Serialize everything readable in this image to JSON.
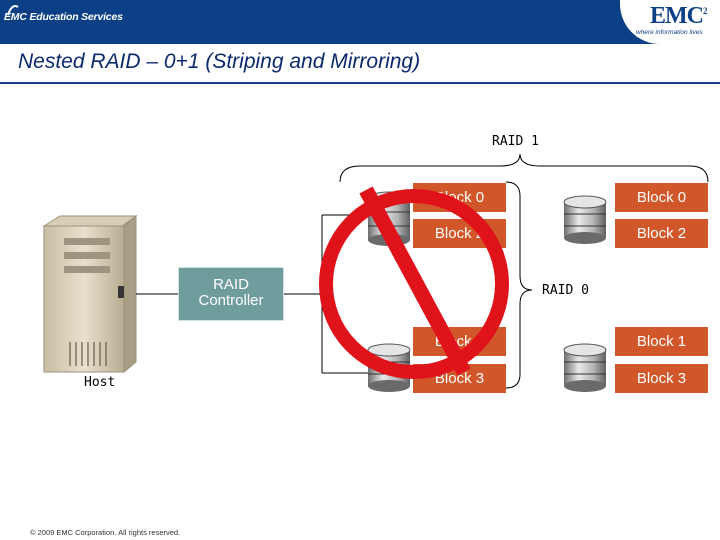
{
  "header": {
    "left_logo_text": "EMC Education Services",
    "right_logo_text": "EMC",
    "right_logo_superscript": "2",
    "right_logo_tagline": "where information lives",
    "bar_color": "#0b3f86"
  },
  "slide": {
    "title": "Nested RAID – 0+1 (Striping and Mirroring)"
  },
  "diagram": {
    "host_label": "Host",
    "controller_label_line1": "RAID",
    "controller_label_line2": "Controller",
    "raid1_label": "RAID 1",
    "raid0_label": "RAID 0",
    "blocks_left": [
      "Block 0",
      "Block 2",
      "Block 1",
      "Block 3"
    ],
    "blocks_right": [
      "Block 0",
      "Block 2",
      "Block 1",
      "Block 3"
    ],
    "prohibition_icon": "no-entry-circle",
    "block_color": "#d1572b",
    "prohibition_color": "#e0121a",
    "controller_color": "#6f9d9d"
  },
  "footer": {
    "copyright": "© 2009 EMC Corporation. All rights reserved."
  }
}
